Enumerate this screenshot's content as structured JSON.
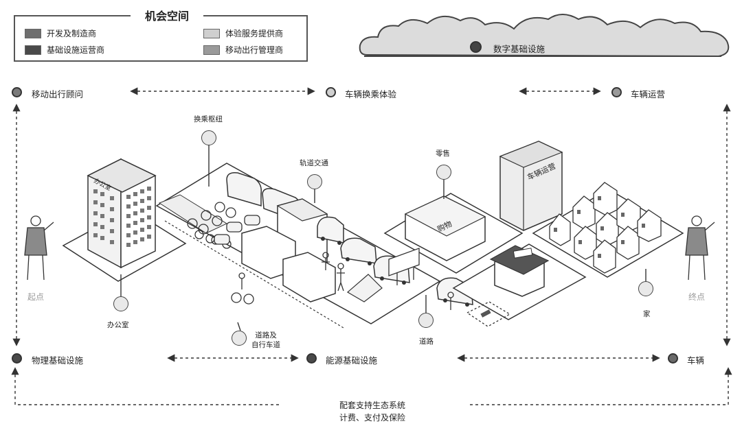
{
  "legend": {
    "title": "机会空间",
    "items": [
      {
        "label": "开发及制造商",
        "color": "#6f6f6f"
      },
      {
        "label": "体验服务提供商",
        "color": "#cfcfcf"
      },
      {
        "label": "基础设施运营商",
        "color": "#4a4a4a"
      },
      {
        "label": "移动出行管理商",
        "color": "#9a9a9a"
      }
    ]
  },
  "cloud": {
    "label": "数字基础设施"
  },
  "top_nodes": {
    "left": "移动出行顾问",
    "center": "车辆换乘体验",
    "right": "车辆运营"
  },
  "bottom_nodes": {
    "left": "物理基础设施",
    "center": "能源基础设施",
    "right": "车辆"
  },
  "persons": {
    "start": "起点",
    "end": "终点"
  },
  "callouts": {
    "hub": "换乘枢纽",
    "rail": "轨道交通",
    "retail": "零售",
    "office": "办公室",
    "road_bike": "道路及\n自行车道",
    "road": "道路",
    "home": "家"
  },
  "building_signs": {
    "office": "办公室",
    "shopping": "购物",
    "vehicle_ops": "车辆运营"
  },
  "footer": {
    "line1": "配套支持生态系统",
    "line2": "计费、支付及保险"
  }
}
